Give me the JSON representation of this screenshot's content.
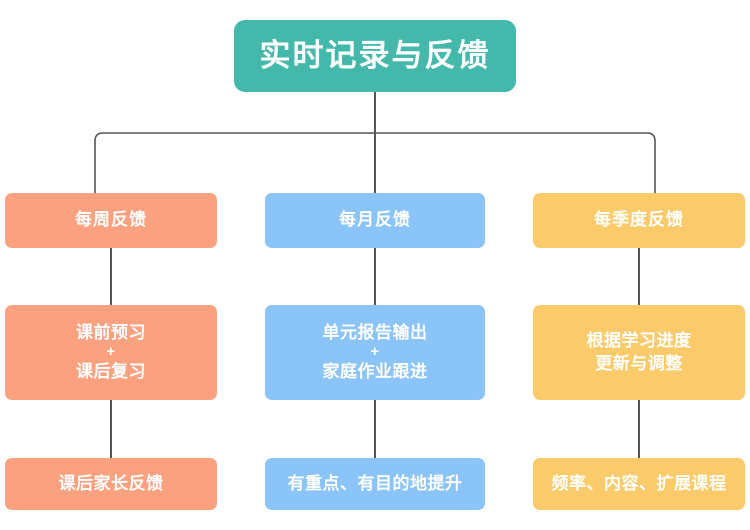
{
  "diagram": {
    "type": "flowchart",
    "title": "实时记录与反馈",
    "colors": {
      "title": "#45b8ac",
      "weekly": "#fca180",
      "monthly": "#8bc4f8",
      "quarterly": "#fbcb6b",
      "connector": "#555555",
      "text": "#ffffff"
    },
    "branches": [
      {
        "key": "weekly",
        "header": "每周反馈",
        "detail_lines": [
          "课前预习",
          "课后复习"
        ],
        "detail_separator": "+",
        "leaf": "课后家长反馈"
      },
      {
        "key": "monthly",
        "header": "每月反馈",
        "detail_lines": [
          "单元报告输出",
          "家庭作业跟进"
        ],
        "detail_separator": "+",
        "leaf": "有重点、有目的地提升"
      },
      {
        "key": "quarterly",
        "header": "每季度反馈",
        "detail_lines": [
          "根据学习进度",
          "更新与调整"
        ],
        "detail_separator": "",
        "leaf": "频率、内容、扩展课程"
      }
    ]
  }
}
